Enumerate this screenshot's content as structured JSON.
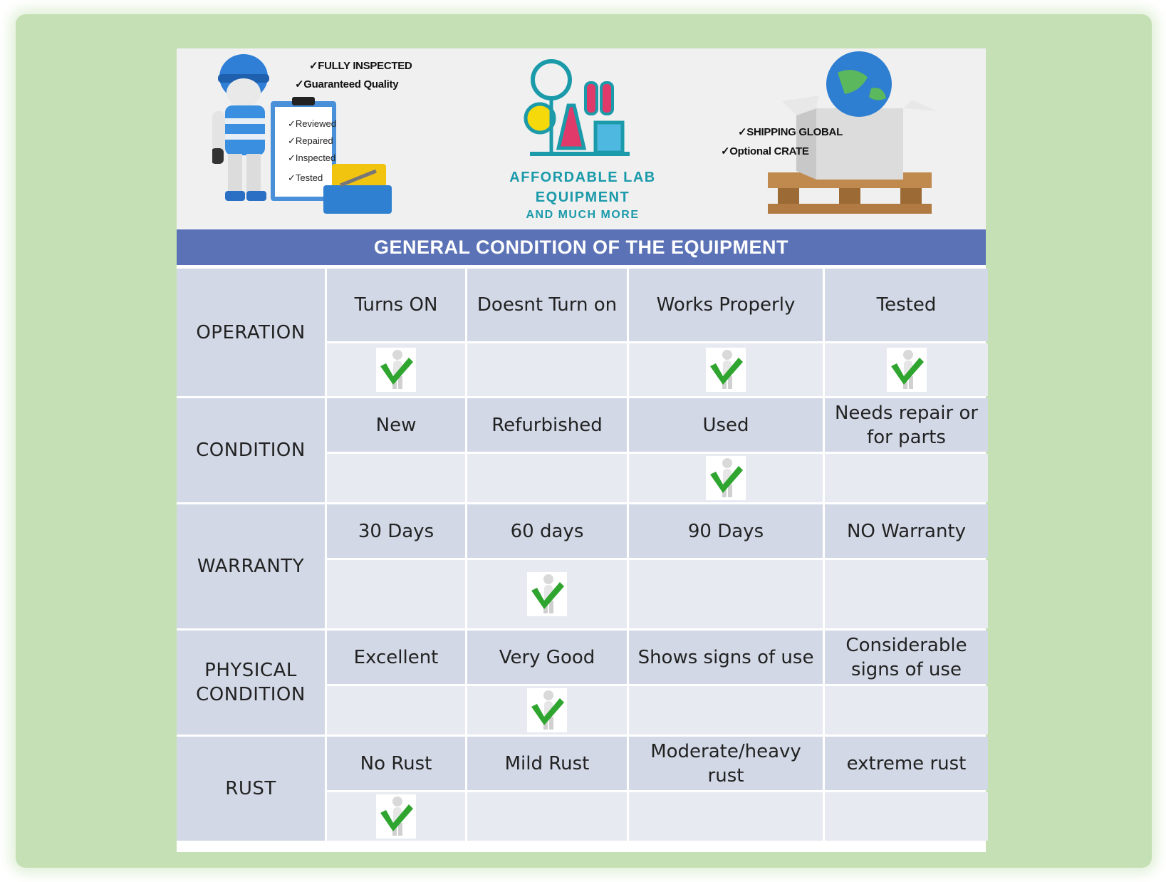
{
  "banner": {
    "left_checks": [
      "✓FULLY INSPECTED",
      "✓Guaranteed Quality"
    ],
    "clipboard_items": [
      "✓Reviewed",
      "✓Repaired",
      "✓Inspected",
      "✓Tested"
    ],
    "brand_line1": "AFFORDABLE  LAB",
    "brand_line2": "EQUIPMENT",
    "brand_line3": "AND MUCH MORE",
    "right_checks": [
      "✓SHIPPING GLOBAL",
      "✓Optional CRATE"
    ]
  },
  "title": "GENERAL CONDITION OF THE EQUIPMENT",
  "colors": {
    "title_bar": "#5b73b6",
    "cell_dark": "#d2d8e6",
    "cell_light": "#e8eaf1",
    "frame": "#c5e0b4",
    "brand": "#1b9aaa",
    "check_green": "#2fa52f"
  },
  "rows": [
    {
      "label": "OPERATION",
      "options": [
        "Turns ON",
        "Doesnt Turn on",
        "Works Properly",
        "Tested"
      ],
      "checked": [
        true,
        false,
        true,
        true
      ]
    },
    {
      "label": "CONDITION",
      "options": [
        "New",
        "Refurbished",
        "Used",
        "Needs repair or for parts"
      ],
      "checked": [
        false,
        false,
        true,
        false
      ]
    },
    {
      "label": "WARRANTY",
      "options": [
        "30 Days",
        "60 days",
        "90 Days",
        "NO Warranty"
      ],
      "checked": [
        false,
        true,
        false,
        false
      ]
    },
    {
      "label": "PHYSICAL CONDITION",
      "options": [
        "Excellent",
        "Very Good",
        "Shows signs of use",
        "Considerable signs of use"
      ],
      "checked": [
        false,
        true,
        false,
        false
      ]
    },
    {
      "label": "RUST",
      "options": [
        "No Rust",
        "Mild Rust",
        "Moderate/heavy rust",
        "extreme rust"
      ],
      "checked": [
        true,
        false,
        false,
        false
      ]
    }
  ]
}
